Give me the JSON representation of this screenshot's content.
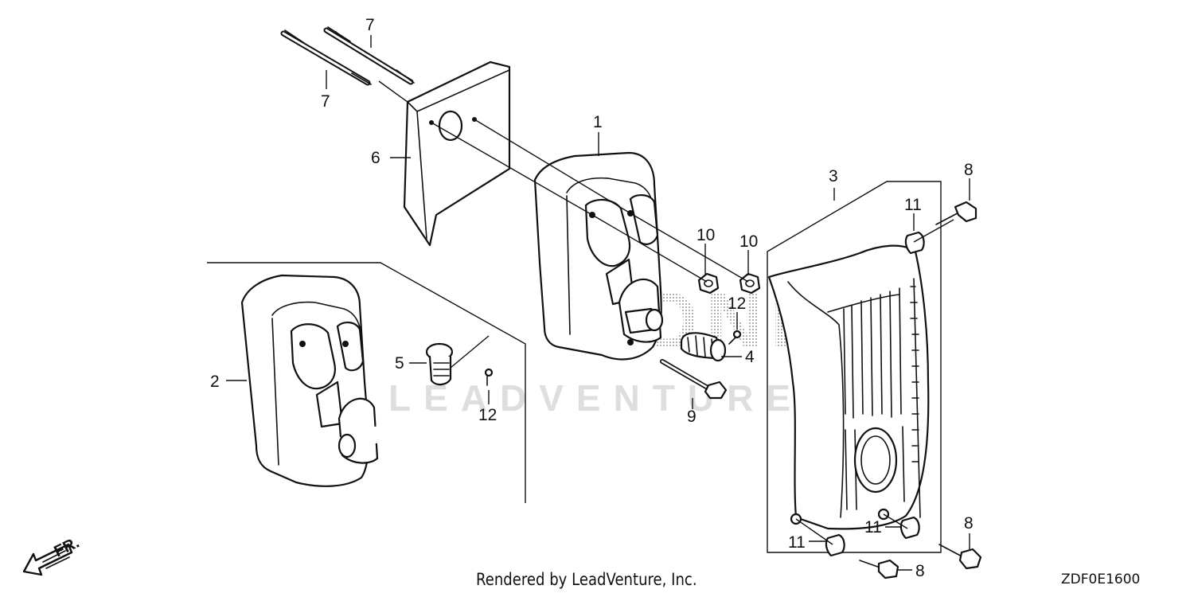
{
  "diagram": {
    "callouts": {
      "c1": "1",
      "c2": "2",
      "c3": "3",
      "c4": "4",
      "c5": "5",
      "c6": "6",
      "c7a": "7",
      "c7b": "7",
      "c8a": "8",
      "c8b": "8",
      "c8c": "8",
      "c9": "9",
      "c10a": "10",
      "c10b": "10",
      "c11a": "11",
      "c11b": "11",
      "c11c": "11",
      "c12a": "12",
      "c12b": "12"
    },
    "watermark_top": "HONDA",
    "watermark_bottom": "LEADVENTURE",
    "direction_label": "FR."
  },
  "footer": {
    "credit": "Rendered by LeadVenture, Inc.",
    "diagram_code": "ZDF0E1600"
  }
}
